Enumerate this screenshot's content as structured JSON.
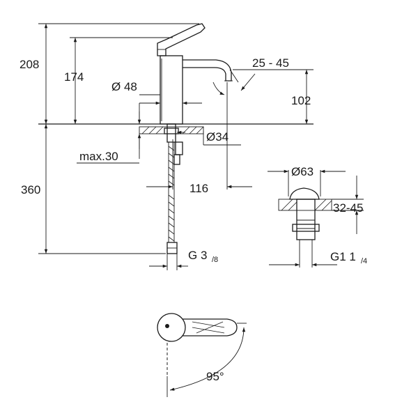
{
  "dimensions": {
    "total_height": "208",
    "spout_height": "174",
    "body_diameter": "Ø 48",
    "spout_projection": "102",
    "worktop_range": "25 - 45",
    "hole_diameter": "Ø34",
    "worktop_max": "max.30",
    "hose_length": "360",
    "spout_reach": "116",
    "hose_connection_main": "G 3",
    "hose_connection_fraction": "/8",
    "waste_diameter": "Ø63",
    "waste_range": "32-45",
    "waste_thread_main": "G1 1",
    "waste_thread_fraction": "/4",
    "rotation_angle": "95°"
  }
}
